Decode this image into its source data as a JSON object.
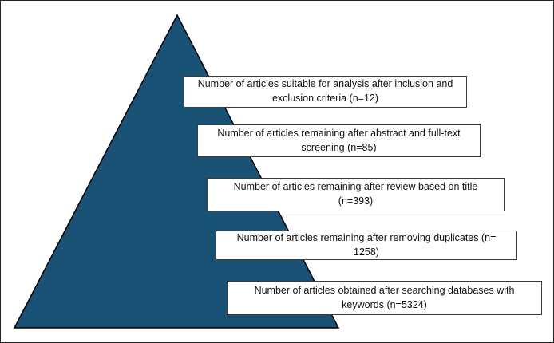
{
  "colors": {
    "pyramid_fill": "#1a5276",
    "pyramid_stroke": "#000000",
    "box_fill": "#ffffff",
    "box_border": "#3a3a3a",
    "text": "#111111"
  },
  "stages": [
    {
      "label": "Number of articles suitable for analysis after inclusion and exclusion criteria (n=12)"
    },
    {
      "label": "Number of articles remaining after abstract and full-text screening (n=85)"
    },
    {
      "label": "Number of articles remaining after review based on title (n=393)"
    },
    {
      "label": "Number of articles remaining after removing duplicates (n= 1258)"
    },
    {
      "label": "Number of articles obtained after searching databases with keywords (n=5324)"
    }
  ]
}
